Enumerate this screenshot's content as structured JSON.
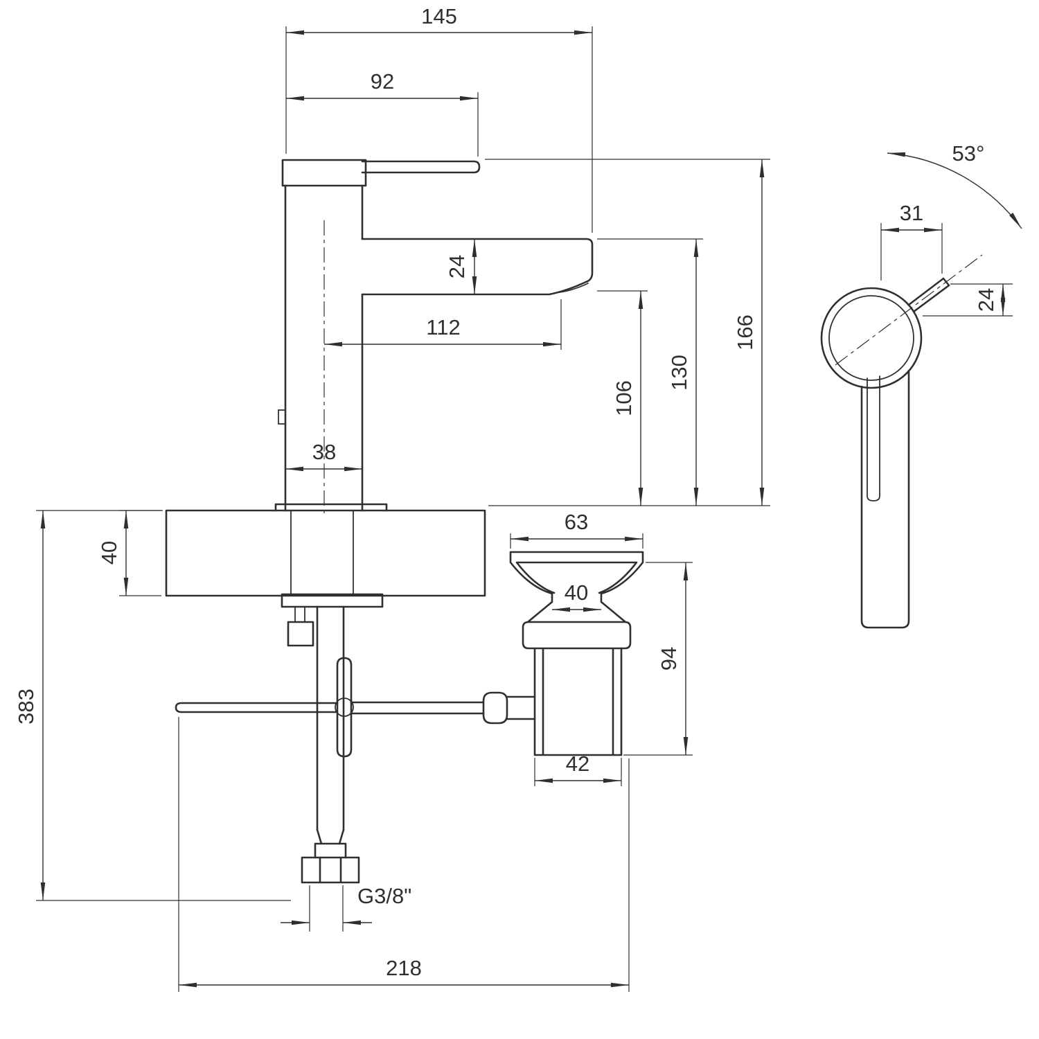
{
  "drawing": {
    "subject": "single-lever basin mixer tap with pop-up waste",
    "views": [
      "side elevation",
      "waste assembly",
      "top view"
    ]
  },
  "dims": {
    "overall_reach": "145",
    "handle_reach": "92",
    "spout_section": "24",
    "spout_projection": "112",
    "body_diameter": "38",
    "spout_underside_height": "106",
    "spout_top_height": "130",
    "overall_height": "166",
    "deck_thickness": "40",
    "below_deck_depth": "383",
    "waste_flange_diameter": "63",
    "waste_opening": "40",
    "waste_height": "94",
    "waste_body_diameter": "42",
    "overall_depth": "218",
    "supply_thread": "G3/8\"",
    "handle_swivel_angle": "53°",
    "handle_offset": "31",
    "handle_diameter": "24"
  }
}
